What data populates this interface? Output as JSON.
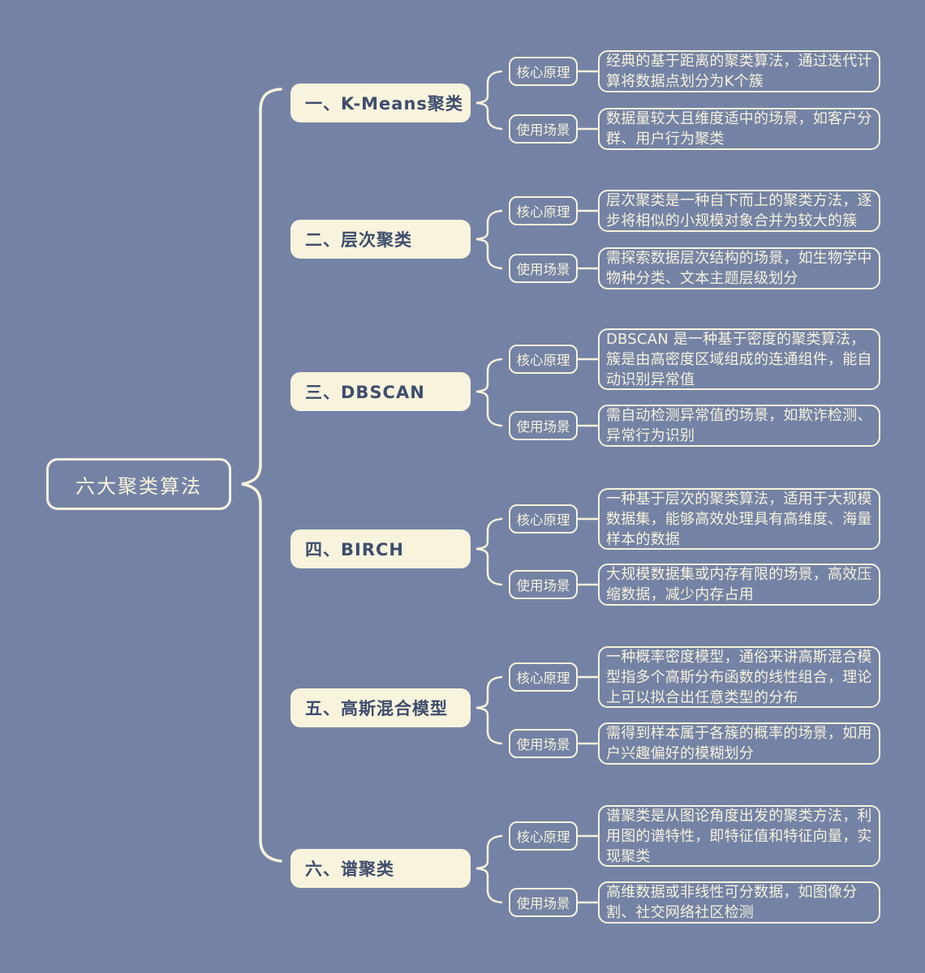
{
  "colors": {
    "background": "#7483A5",
    "cream": "#F7F2DC",
    "branch_fill": "#F8F3DC",
    "branch_text": "#3E4E6E"
  },
  "root": {
    "label": "六大聚类算法"
  },
  "branches": [
    {
      "title": "一、K-Means聚类",
      "principle_label": "核心原理",
      "principle_text": "经典的基于距离的聚类算法，通过迭代计算将数据点划分为K个簇",
      "scenario_label": "使用场景",
      "scenario_text": "数据量较大且维度适中的场景，如客户分群、用户行为聚类"
    },
    {
      "title": "二、层次聚类",
      "principle_label": "核心原理",
      "principle_text": "层次聚类是一种自下而上的聚类方法，逐步将相似的小规模对象合并为较大的簇",
      "scenario_label": "使用场景",
      "scenario_text": "需探索数据层次结构的场景，如生物学中物种分类、文本主题层级划分"
    },
    {
      "title": "三、DBSCAN",
      "principle_label": "核心原理",
      "principle_text": "DBSCAN 是一种基于密度的聚类算法，簇是由高密度区域组成的连通组件，能自动识别异常值",
      "scenario_label": "使用场景",
      "scenario_text": "需自动检测异常值的场景，如欺诈检测、异常行为识别"
    },
    {
      "title": "四、BIRCH",
      "principle_label": "核心原理",
      "principle_text": "一种基于层次的聚类算法，适用于大规模数据集，能够高效处理具有高维度、海量样本的数据",
      "scenario_label": "使用场景",
      "scenario_text": "大规模数据集或内存有限的场景，高效压缩数据，减少内存占用"
    },
    {
      "title": "五、高斯混合模型",
      "principle_label": "核心原理",
      "principle_text": "一种概率密度模型，通俗来讲高斯混合模型指多个高斯分布函数的线性组合，理论上可以拟合出任意类型的分布",
      "scenario_label": "使用场景",
      "scenario_text": "需得到样本属于各簇的概率的场景，如用户兴趣偏好的模糊划分"
    },
    {
      "title": "六、谱聚类",
      "principle_label": "核心原理",
      "principle_text": "谱聚类是从图论角度出发的聚类方法，利用图的谱特性，即特征值和特征向量，实现聚类",
      "scenario_label": "使用场景",
      "scenario_text": "高维数据或非线性可分数据，如图像分割、社交网络社区检测"
    }
  ]
}
